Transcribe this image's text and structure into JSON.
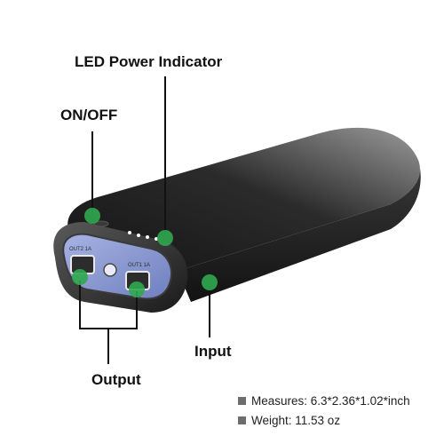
{
  "labels": {
    "led": "LED Power Indicator",
    "onoff": "ON/OFF",
    "input": "Input",
    "output": "Output"
  },
  "port_labels": {
    "left": "OUT2 1A",
    "right": "OUT1 1A"
  },
  "specs": [
    {
      "text": "Measures: 6.3*2.36*1.02*inch"
    },
    {
      "text": "Weight: 11.53 oz"
    }
  ],
  "colors": {
    "marker": "#2fa84f",
    "body_dark": "#1c1c1c",
    "body_light": "#8a8a8a",
    "port_panel": "#7f8fc9",
    "bullet": "#6d6d6d"
  },
  "icons": {
    "marker": "green-dot-icon",
    "bullet": "square-bullet-icon"
  }
}
